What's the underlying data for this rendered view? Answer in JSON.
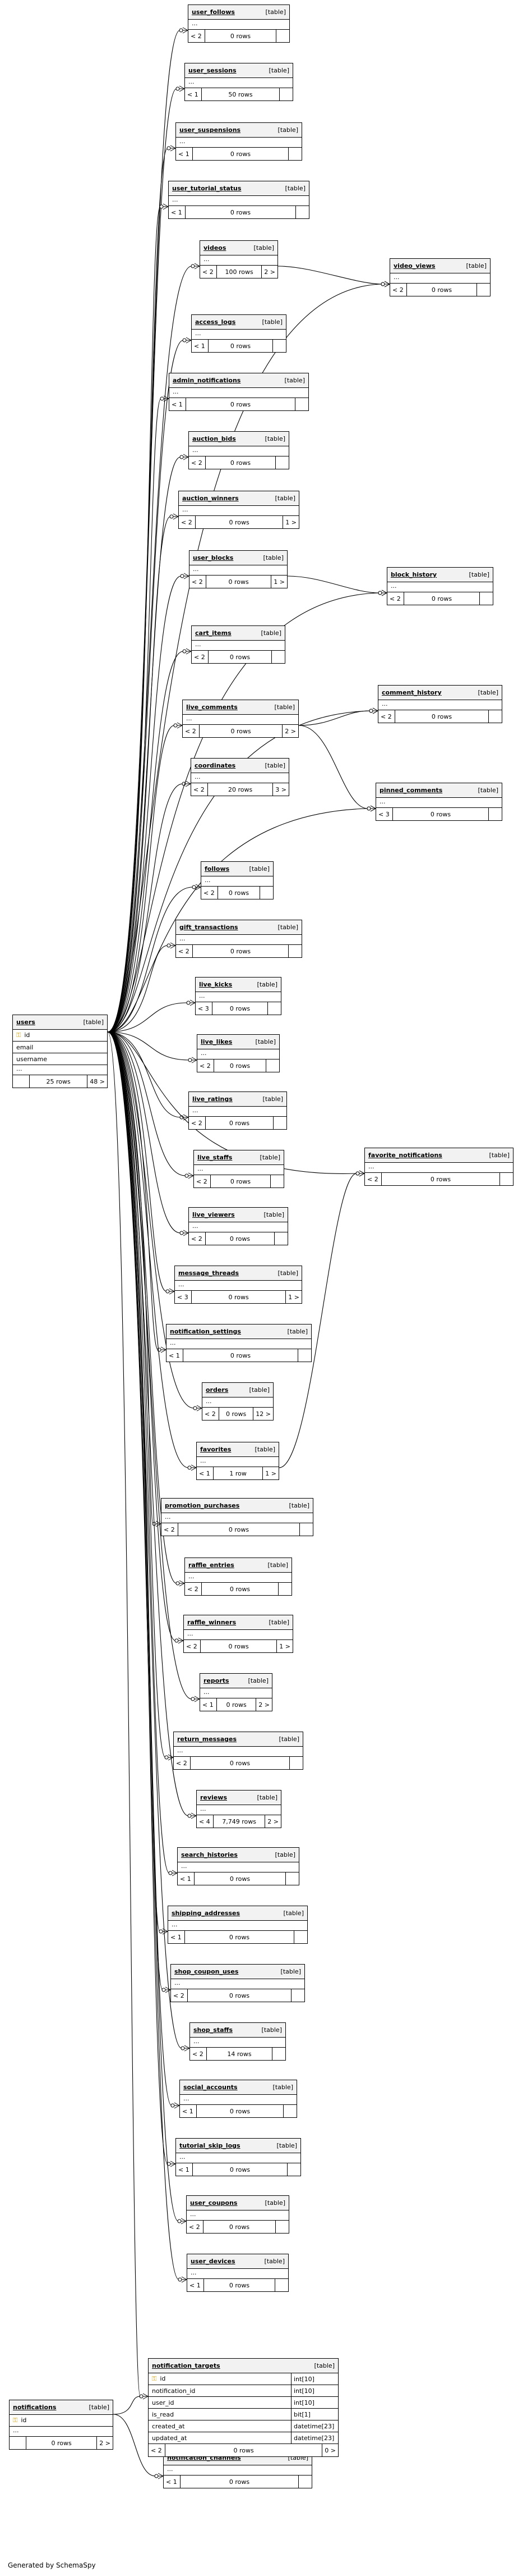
{
  "tables": [
    {
      "name": "user_follows",
      "type": "[table]",
      "parents": "< 2",
      "rows": "0 rows",
      "children": ""
    },
    {
      "name": "user_sessions",
      "type": "[table]",
      "parents": "< 1",
      "rows": "50 rows",
      "children": ""
    },
    {
      "name": "user_suspensions",
      "type": "[table]",
      "parents": "< 1",
      "rows": "0 rows",
      "children": ""
    },
    {
      "name": "user_tutorial_status",
      "type": "[table]",
      "parents": "< 1",
      "rows": "0 rows",
      "children": ""
    },
    {
      "name": "videos",
      "type": "[table]",
      "parents": "< 2",
      "rows": "100 rows",
      "children": "2 >"
    },
    {
      "name": "video_views",
      "type": "[table]",
      "parents": "< 2",
      "rows": "0 rows",
      "children": ""
    },
    {
      "name": "access_logs",
      "type": "[table]",
      "parents": "< 1",
      "rows": "0 rows",
      "children": ""
    },
    {
      "name": "admin_notifications",
      "type": "[table]",
      "parents": "< 1",
      "rows": "0 rows",
      "children": ""
    },
    {
      "name": "auction_bids",
      "type": "[table]",
      "parents": "< 2",
      "rows": "0 rows",
      "children": ""
    },
    {
      "name": "auction_winners",
      "type": "[table]",
      "parents": "< 2",
      "rows": "0 rows",
      "children": "1 >"
    },
    {
      "name": "user_blocks",
      "type": "[table]",
      "parents": "< 2",
      "rows": "0 rows",
      "children": "1 >"
    },
    {
      "name": "block_history",
      "type": "[table]",
      "parents": "< 2",
      "rows": "0 rows",
      "children": ""
    },
    {
      "name": "cart_items",
      "type": "[table]",
      "parents": "< 2",
      "rows": "0 rows",
      "children": ""
    },
    {
      "name": "comment_history",
      "type": "[table]",
      "parents": "< 2",
      "rows": "0 rows",
      "children": ""
    },
    {
      "name": "live_comments",
      "type": "[table]",
      "parents": "< 2",
      "rows": "0 rows",
      "children": "2 >"
    },
    {
      "name": "coordinates",
      "type": "[table]",
      "parents": "< 2",
      "rows": "20 rows",
      "children": "3 >"
    },
    {
      "name": "pinned_comments",
      "type": "[table]",
      "parents": "< 3",
      "rows": "0 rows",
      "children": ""
    },
    {
      "name": "follows",
      "type": "[table]",
      "parents": "< 2",
      "rows": "0 rows",
      "children": ""
    },
    {
      "name": "gift_transactions",
      "type": "[table]",
      "parents": "< 2",
      "rows": "0 rows",
      "children": ""
    },
    {
      "name": "live_kicks",
      "type": "[table]",
      "parents": "< 3",
      "rows": "0 rows",
      "children": ""
    },
    {
      "name": "live_likes",
      "type": "[table]",
      "parents": "< 2",
      "rows": "0 rows",
      "children": ""
    },
    {
      "name": "live_ratings",
      "type": "[table]",
      "parents": "< 2",
      "rows": "0 rows",
      "children": ""
    },
    {
      "name": "live_staffs",
      "type": "[table]",
      "parents": "< 2",
      "rows": "0 rows",
      "children": ""
    },
    {
      "name": "live_viewers",
      "type": "[table]",
      "parents": "< 2",
      "rows": "0 rows",
      "children": ""
    },
    {
      "name": "favorite_notifications",
      "type": "[table]",
      "parents": "< 2",
      "rows": "0 rows",
      "children": ""
    },
    {
      "name": "message_threads",
      "type": "[table]",
      "parents": "< 3",
      "rows": "0 rows",
      "children": "1 >"
    },
    {
      "name": "notification_settings",
      "type": "[table]",
      "parents": "< 1",
      "rows": "0 rows",
      "children": ""
    },
    {
      "name": "orders",
      "type": "[table]",
      "parents": "< 2",
      "rows": "0 rows",
      "children": "12 >"
    },
    {
      "name": "favorites",
      "type": "[table]",
      "parents": "< 1",
      "rows": "1 row",
      "children": "1 >"
    },
    {
      "name": "promotion_purchases",
      "type": "[table]",
      "parents": "< 2",
      "rows": "0 rows",
      "children": ""
    },
    {
      "name": "raffle_entries",
      "type": "[table]",
      "parents": "< 2",
      "rows": "0 rows",
      "children": ""
    },
    {
      "name": "raffle_winners",
      "type": "[table]",
      "parents": "< 2",
      "rows": "0 rows",
      "children": "1 >"
    },
    {
      "name": "reports",
      "type": "[table]",
      "parents": "< 1",
      "rows": "0 rows",
      "children": "2 >"
    },
    {
      "name": "return_messages",
      "type": "[table]",
      "parents": "< 2",
      "rows": "0 rows",
      "children": ""
    },
    {
      "name": "reviews",
      "type": "[table]",
      "parents": "< 4",
      "rows": "7,749 rows",
      "children": "2 >"
    },
    {
      "name": "search_histories",
      "type": "[table]",
      "parents": "< 1",
      "rows": "0 rows",
      "children": ""
    },
    {
      "name": "shipping_addresses",
      "type": "[table]",
      "parents": "< 1",
      "rows": "0 rows",
      "children": ""
    },
    {
      "name": "shop_coupon_uses",
      "type": "[table]",
      "parents": "< 2",
      "rows": "0 rows",
      "children": ""
    },
    {
      "name": "shop_staffs",
      "type": "[table]",
      "parents": "< 2",
      "rows": "14 rows",
      "children": ""
    },
    {
      "name": "social_accounts",
      "type": "[table]",
      "parents": "< 1",
      "rows": "0 rows",
      "children": ""
    },
    {
      "name": "tutorial_skip_logs",
      "type": "[table]",
      "parents": "< 1",
      "rows": "0 rows",
      "children": ""
    },
    {
      "name": "user_coupons",
      "type": "[table]",
      "parents": "< 2",
      "rows": "0 rows",
      "children": ""
    },
    {
      "name": "user_devices",
      "type": "[table]",
      "parents": "< 1",
      "rows": "0 rows",
      "children": ""
    },
    {
      "name": "notification_channels",
      "type": "[table]",
      "parents": "< 1",
      "rows": "0 rows",
      "children": ""
    }
  ],
  "users": {
    "name": "users",
    "type": "[table]",
    "columns": [
      {
        "name": "id",
        "pk": true
      },
      {
        "name": "email",
        "pk": false
      },
      {
        "name": "username",
        "pk": false
      }
    ],
    "ellipsis": "...",
    "parents": "",
    "rows": "25 rows",
    "children": "48 >"
  },
  "notifications": {
    "name": "notifications",
    "type": "[table]",
    "columns": [
      {
        "name": "id",
        "pk": true
      }
    ],
    "ellipsis": "...",
    "parents": "",
    "rows": "0 rows",
    "children": "2 >"
  },
  "notification_targets": {
    "name": "notification_targets",
    "type": "[table]",
    "columns": [
      {
        "name": "id",
        "type": "int[10]",
        "pk": true
      },
      {
        "name": "notification_id",
        "type": "int[10]",
        "pk": false
      },
      {
        "name": "user_id",
        "type": "int[10]",
        "pk": false
      },
      {
        "name": "is_read",
        "type": "bit[1]",
        "pk": false
      },
      {
        "name": "created_at",
        "type": "datetime[23]",
        "pk": false
      },
      {
        "name": "updated_at",
        "type": "datetime[23]",
        "pk": false
      }
    ],
    "parents": "< 2",
    "rows": "0 rows",
    "children": "0 >"
  },
  "ellipsis_text": "...",
  "pk_icon": "key-icon",
  "footer": "Generated by SchemaSpy"
}
